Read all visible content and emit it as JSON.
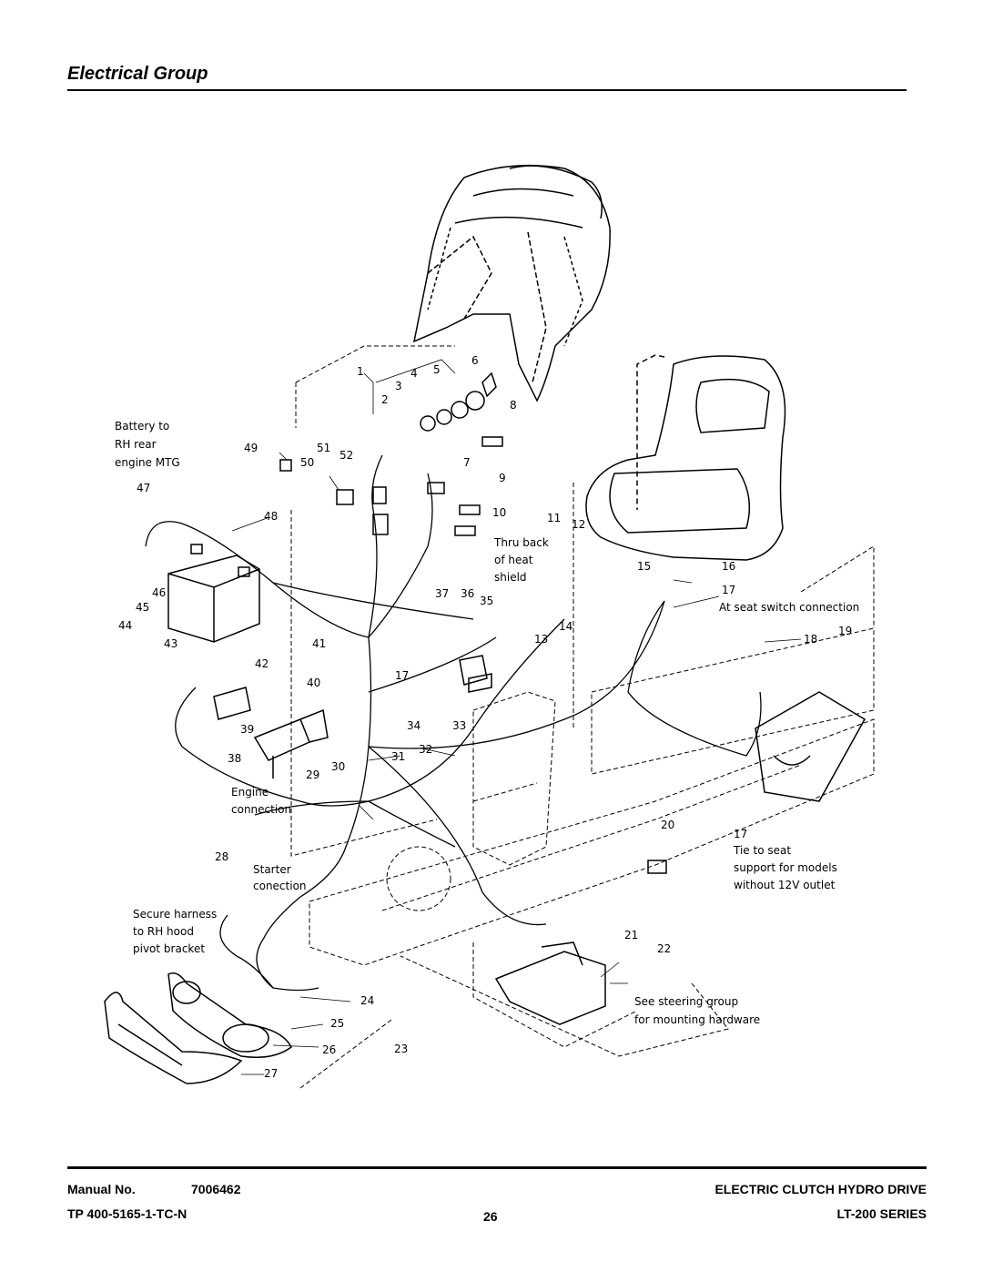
{
  "header": {
    "title": "Electrical Group"
  },
  "diagram": {
    "part_numbers": [
      "1",
      "2",
      "3",
      "4",
      "5",
      "6",
      "7",
      "8",
      "9",
      "10",
      "11",
      "12",
      "13",
      "14",
      "15",
      "16",
      "17",
      "17",
      "17",
      "18",
      "19",
      "20",
      "21",
      "22",
      "23",
      "24",
      "25",
      "26",
      "27",
      "28",
      "29",
      "30",
      "31",
      "32",
      "33",
      "34",
      "35",
      "36",
      "37",
      "38",
      "39",
      "40",
      "41",
      "42",
      "43",
      "44",
      "45",
      "46",
      "47",
      "48",
      "49",
      "50",
      "51",
      "52"
    ],
    "notes": {
      "battery": [
        "Battery to",
        "RH rear",
        "engine MTG"
      ],
      "heat_shield": [
        "Thru back",
        "of heat",
        "shield"
      ],
      "seat_switch": [
        "At seat switch connection"
      ],
      "engine": [
        "Engine",
        "connection"
      ],
      "starter": [
        "Starter",
        "conection"
      ],
      "tie_seat": [
        "Tie to seat",
        "support for models",
        "without 12V outlet"
      ],
      "secure": [
        "Secure harness",
        "to RH hood",
        "pivot bracket"
      ],
      "steering": [
        "See steering group",
        "for mounting hardware"
      ]
    }
  },
  "footer": {
    "manual_label": "Manual No.",
    "manual_number": "7006462",
    "tp_number": "TP 400-5165-1-TC-N",
    "page": "26",
    "product": "ELECTRIC CLUTCH HYDRO DRIVE",
    "series": "LT-200 SERIES"
  }
}
